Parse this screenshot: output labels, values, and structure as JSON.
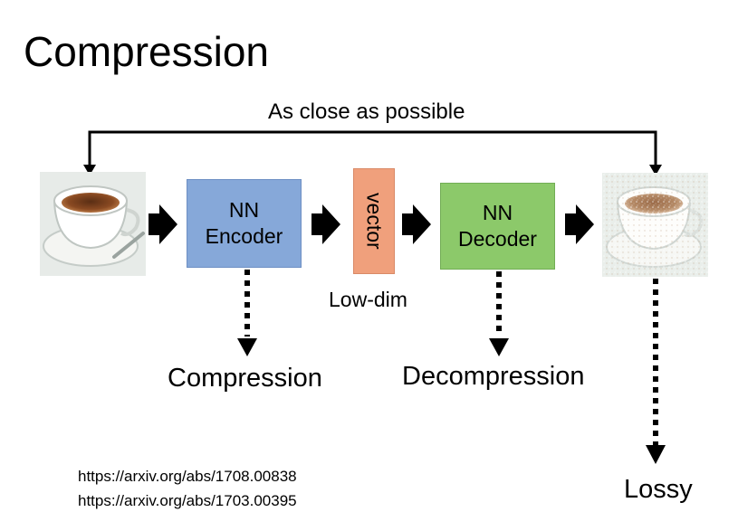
{
  "title": "Compression",
  "feedback_label": "As close as possible",
  "encoder": {
    "line1": "NN",
    "line2": "Encoder"
  },
  "vector": {
    "label": "vector",
    "caption": "Low-dim"
  },
  "decoder": {
    "line1": "NN",
    "line2": "Decoder"
  },
  "outputs": {
    "compression": "Compression",
    "decompression": "Decompression",
    "lossy": "Lossy"
  },
  "references": [
    "https://arxiv.org/abs/1708.00838",
    "https://arxiv.org/abs/1703.00395"
  ],
  "colors": {
    "encoder": "#86a8d9",
    "decoder": "#8cc96a",
    "vector": "#f0a07c"
  }
}
